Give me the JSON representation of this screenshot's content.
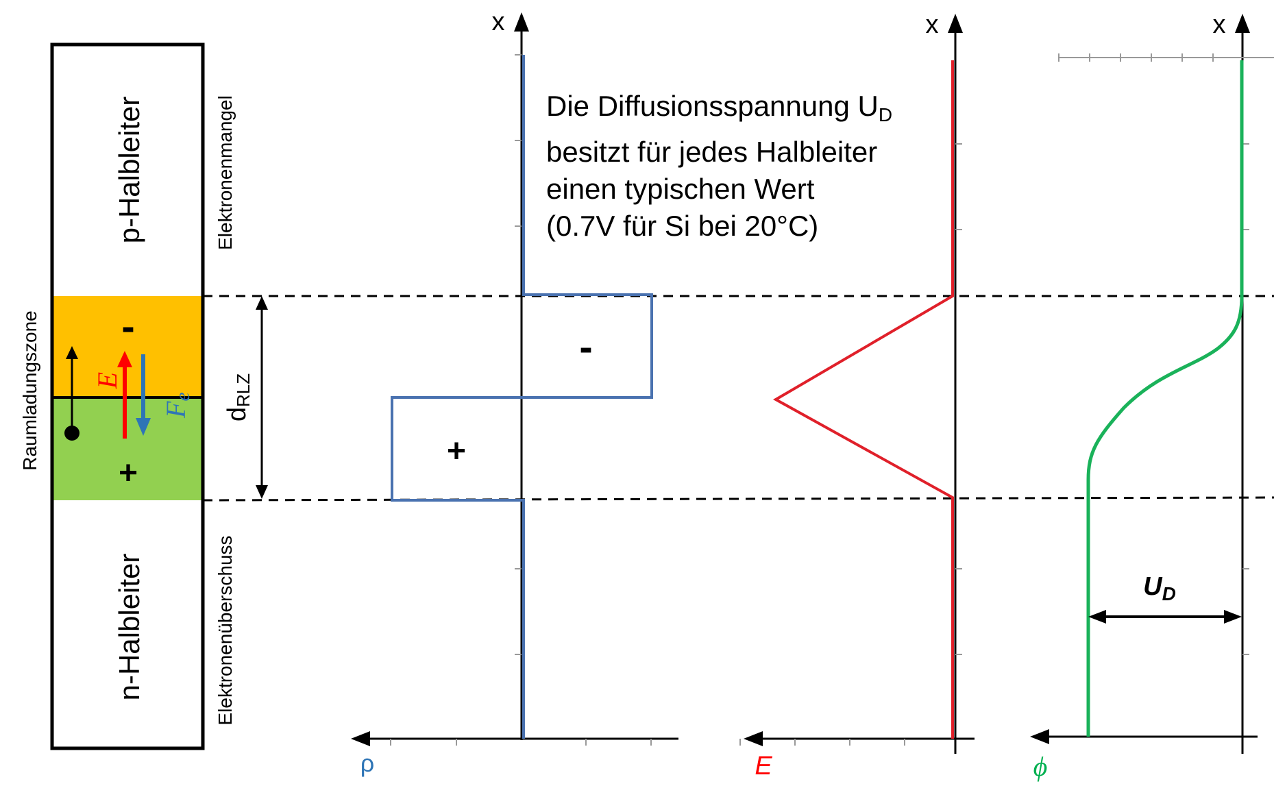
{
  "layers": {
    "p_label": "p-Halbleiter",
    "n_label": "n-Halbleiter",
    "zone_label": "Raumladungszone",
    "mangel_label": "Elektronenmangel",
    "ueberschuss_label": "Elektronenüberschuss",
    "minus_sign": "-",
    "plus_sign": "+",
    "field_symbol": "E",
    "force_symbol": "F",
    "force_sub": "e",
    "colors": {
      "p_zone": "#ffc000",
      "n_zone": "#92d050",
      "field": "#ff0000",
      "force": "#2e75b6"
    }
  },
  "width_label": {
    "main": "d",
    "sub": "RLZ"
  },
  "note": {
    "line1": "Die Diffusionsspannung U",
    "line1_sub": "D",
    "line2": "besitzt für jedes Halbleiter",
    "line3": "einen typischen Wert",
    "line4": "(0.7V für Si bei 20°C)"
  },
  "plots": {
    "rho": {
      "axis_label": "x",
      "var_label": "ρ",
      "minus": "-",
      "plus": "+",
      "color": "#4a72b0",
      "label_color": "#2e75b6"
    },
    "efield": {
      "axis_label": "x",
      "var_label": "E",
      "color": "#e0202a",
      "label_color": "#ff0000"
    },
    "phi": {
      "axis_label": "x",
      "var_label": "ϕ",
      "ud_main": "U",
      "ud_sub": "D",
      "color": "#1ab25a",
      "label_color": "#00b050"
    }
  }
}
